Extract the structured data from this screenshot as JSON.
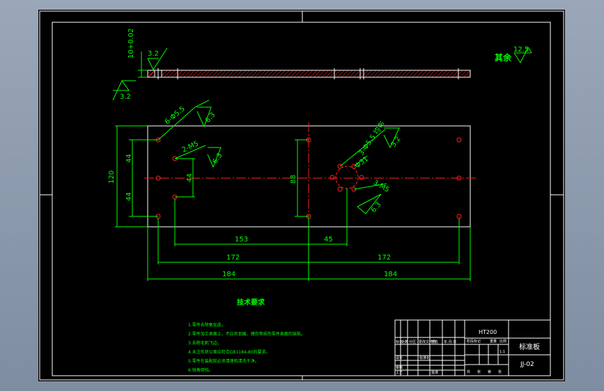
{
  "drawing": {
    "surface_roughness": {
      "top_symbol": "3.2",
      "side_symbol": "3.2",
      "thickness_tol": "10+0.02",
      "rest_label": "其余",
      "rest_value": "12.5"
    },
    "callouts": {
      "holes_6": "6-Φ5.5",
      "holes_6_ra": "6.3",
      "holes_2": "2-M5",
      "holes_2_ra": "6.3",
      "holes_3": "3-Φ5.5 均布",
      "holes_3_ra": "3.2",
      "pcd": "Φ31",
      "holes_3m": "3-M5",
      "holes_3m_ra": "6.3"
    },
    "dimensions": {
      "height_total": "120",
      "left_44_top": "44",
      "left_44_bottom": "44",
      "inner_44": "44",
      "center_88": "88",
      "d153": "153",
      "d45": "45",
      "d172_left": "172",
      "d172_right": "172",
      "d184_left": "184",
      "d184_right": "184"
    },
    "notes": {
      "title": "技术要求",
      "items": [
        "1.零件去除氧化皮。",
        "2.零件加工表面上，不应有划痕、擦伤等损伤零件表面的缺陷。",
        "3.去除毛刺飞边。",
        "4.未注形状公差应符合GB1184-80的要求。",
        "5.零件在装配前必须清理和清洗干净。",
        "6.锐角倒钝。"
      ]
    },
    "title_block": {
      "material": "HT200",
      "part_name": "标准板",
      "drawing_no": "JJ-02",
      "row_labels": [
        "标记",
        "处数",
        "分区",
        "更改文件号",
        "签名",
        "年.月.日"
      ],
      "left_labels": [
        "设计",
        "审核",
        "工艺"
      ],
      "mid_labels": [
        "标准化",
        "批准"
      ],
      "stage_labels": [
        "阶段标记",
        "重量",
        "比例"
      ],
      "sheet_labels": [
        "共",
        "张",
        "第",
        "张"
      ],
      "scale": "1:1"
    }
  }
}
